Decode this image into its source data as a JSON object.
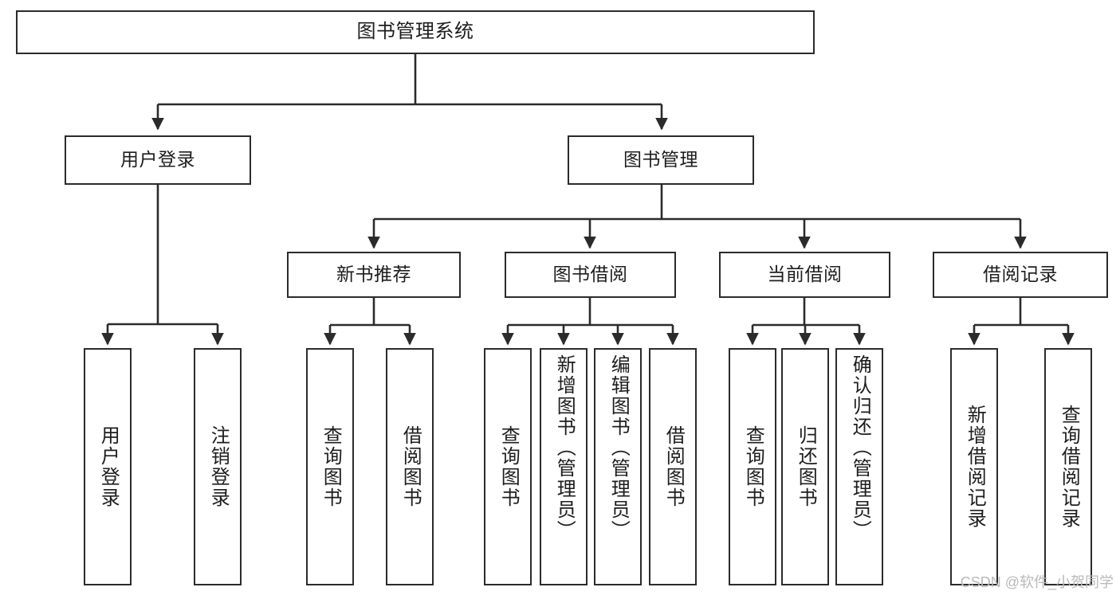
{
  "diagram": {
    "title": "图书管理系统",
    "watermark": "CSDN @软件_小贺同学",
    "line_color": "#2b2b2b",
    "text_color": "#1d1d1d",
    "background": "#ffffff",
    "nodes": {
      "root": "图书管理系统",
      "level2": {
        "user_login": "用户登录",
        "book_manage": "图书管理"
      },
      "level3": {
        "new_book_rec": "新书推荐",
        "book_borrow": "图书借阅",
        "current_borrow": "当前借阅",
        "borrow_record": "借阅记录"
      },
      "leaves": {
        "login_1": "用户登录",
        "login_2": "注销登录",
        "rec_1": "查询图书",
        "rec_2": "借阅图书",
        "borrow_1": "查询图书",
        "borrow_2": "新增图书（管理员）",
        "borrow_3": "编辑图书（管理员）",
        "borrow_4": "借阅图书",
        "current_1": "查询图书",
        "current_2": "归还图书",
        "current_3": "确认归还（管理员）",
        "record_1": "新增借阅记录",
        "record_2": "查询借阅记录"
      }
    }
  }
}
